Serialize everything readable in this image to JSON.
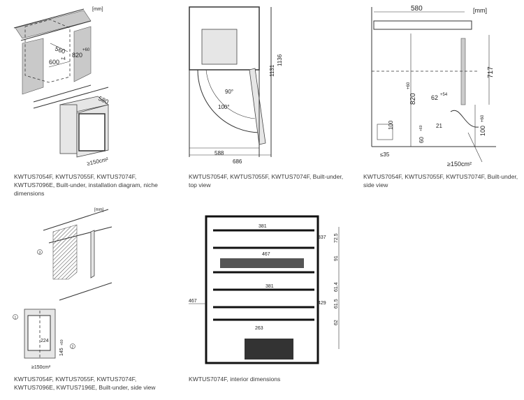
{
  "figures": [
    {
      "caption": "KWTUS7054F, KWTUS7055F, KWTUS7074F, KWTUS7096E, Built-under, installation diagram, niche dimensions",
      "unit": "[mm]",
      "dims": {
        "depth": "560",
        "height": "820",
        "height_tol": "+60",
        "width": "600",
        "width_tol": "+4",
        "appliance_depth": "580",
        "vent": "≥150cm²"
      }
    },
    {
      "caption": "KWTUS7054F, KWTUS7055F, KWTUS7074F, Built-under, top view",
      "dims": {
        "h1": "1136",
        "h2": "1131",
        "angle1": "90°",
        "angle2": "100°",
        "w1": "588",
        "w2": "686"
      }
    },
    {
      "caption": "KWTUS7054F, KWTUS7055F, KWTUS7074F, Built-under, side view",
      "unit": "[mm]",
      "dims": {
        "depth": "580",
        "height": "820",
        "height_tol": "+60",
        "door": "717",
        "gap": "62",
        "gap_tol": "+54",
        "plinth": "100",
        "plinth_adj": "100",
        "plinth_adj_tol": "+60",
        "foot": "60",
        "foot_tol": "+60",
        "foot_w": "21",
        "wall": "≤35",
        "vent": "≥150cm²"
      }
    },
    {
      "caption": "KWTUS7054F, KWTUS7055F, KWTUS7074F, KWTUS7096E, KWTUS7196E, Built-under, side view",
      "unit": "[mm]",
      "dims": {
        "offset": "224",
        "height": "145",
        "height_tol": "+60",
        "vent": "≥150cm²",
        "callout1": "1",
        "callout2": "2",
        "callout3": "3"
      }
    },
    {
      "caption": "KWTUS7074F, interior dimensions",
      "dims": {
        "w1": "381",
        "w2": "467",
        "w3": "381",
        "w4": "263",
        "w5": "467",
        "d1": "337",
        "d2": "429",
        "h1": "72.5",
        "h2": "91",
        "h3": "61.4",
        "h4": "61.5",
        "h5": "62"
      }
    }
  ]
}
